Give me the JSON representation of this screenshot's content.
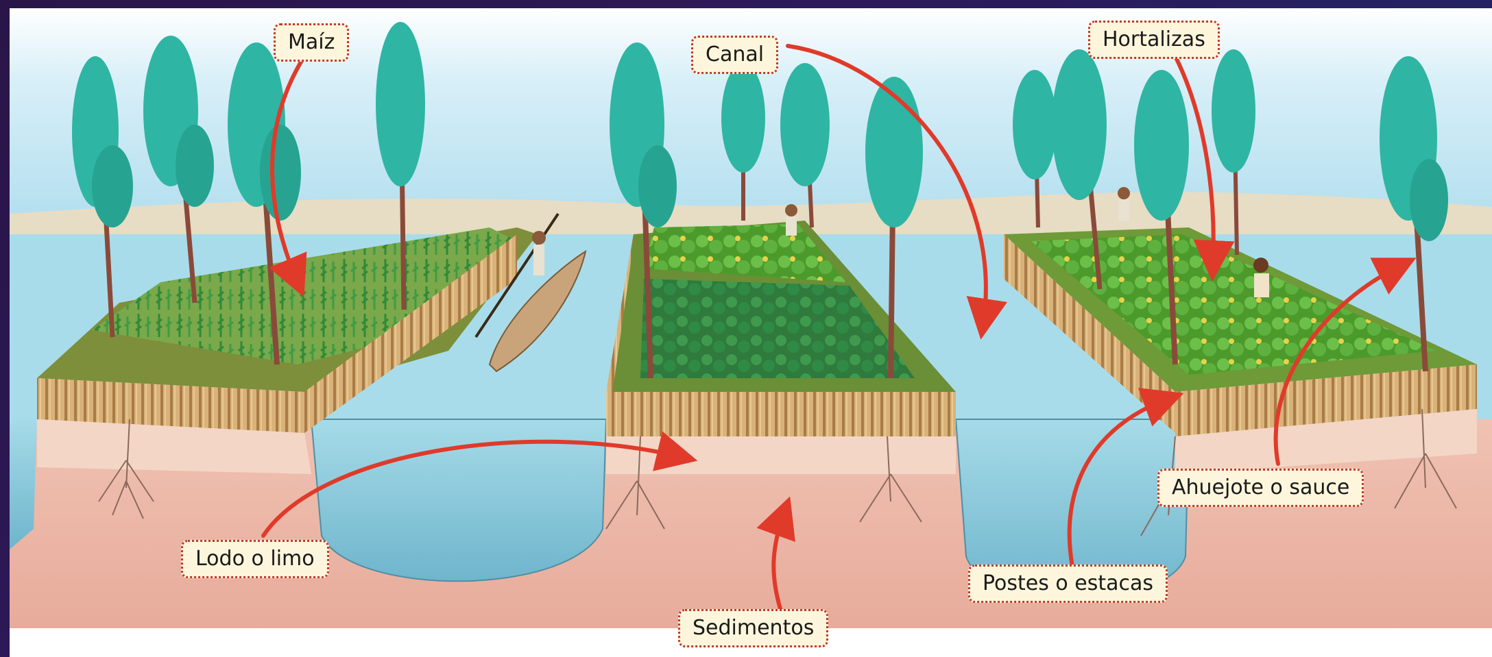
{
  "labels": {
    "maiz": "Maíz",
    "canal": "Canal",
    "hortalizas": "Hortalizas",
    "lodo": "Lodo o limo",
    "sedimentos": "Sedimentos",
    "postes": "Postes o estacas",
    "ahuejote": "Ahuejote o sauce"
  },
  "colors": {
    "arrow": "#e03a2a",
    "label_bg": "#fdf6dc",
    "label_border": "#c0392b",
    "water": "#8fd0e0",
    "soil": "#e9b5a5",
    "sky": "#a9dcee",
    "tree": "#2fb5a3",
    "plot_green": "#5aa83a"
  }
}
